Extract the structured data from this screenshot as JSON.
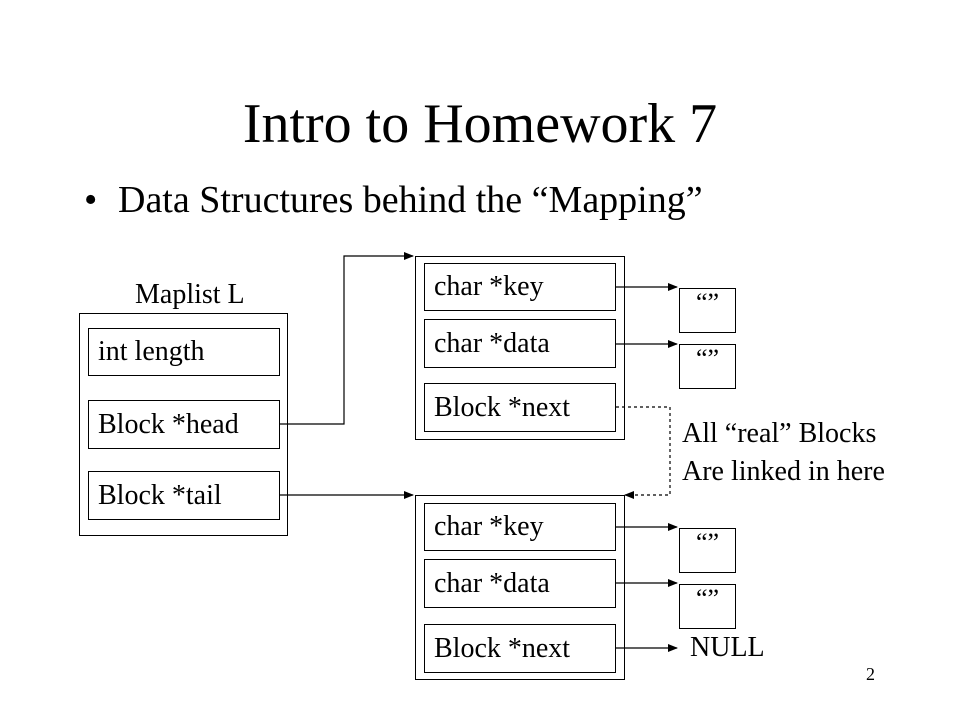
{
  "slide": {
    "title": "Intro to Homework 7",
    "bullet": "•",
    "bullet_text": "Data Structures behind the “Mapping”",
    "page_number": "2"
  },
  "maplist": {
    "label": "Maplist L",
    "fields": [
      "int length",
      "Block *head",
      "Block *tail"
    ]
  },
  "block1": {
    "fields": [
      "char *key",
      "char *data",
      "Block *next"
    ],
    "key_string": "“”",
    "data_string": "“”"
  },
  "block2": {
    "fields": [
      "char *key",
      "char *data",
      "Block *next"
    ],
    "key_string": "“”",
    "data_string": "“”",
    "next_value": "NULL"
  },
  "annotation": {
    "line1": "All “real” Blocks",
    "line2": "Are linked in here"
  }
}
